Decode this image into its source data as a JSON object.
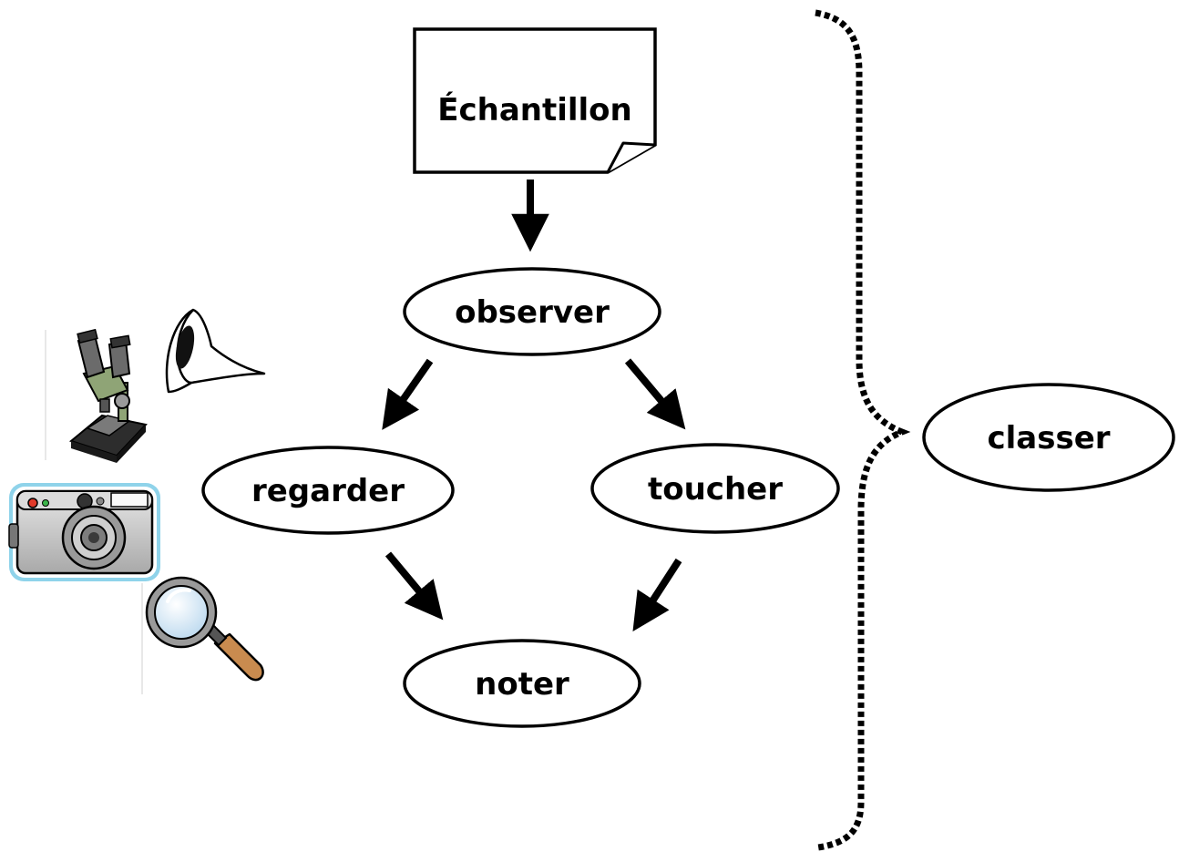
{
  "nodes": {
    "sample": "Échantillon",
    "observe": "observer",
    "look": "regarder",
    "touch": "toucher",
    "note": "noter",
    "classify": "classer"
  },
  "icons": [
    "eye-icon",
    "microscope-icon",
    "camera-icon",
    "magnifying-glass-icon"
  ],
  "colors": {
    "ink": "#000000",
    "microscope_green": "#8fa476",
    "camera_outline": "#8fd3ea",
    "camera_body": "#c9c9c9",
    "lens_blue": "#cfe6f5",
    "handle_brown": "#c98b4f"
  }
}
